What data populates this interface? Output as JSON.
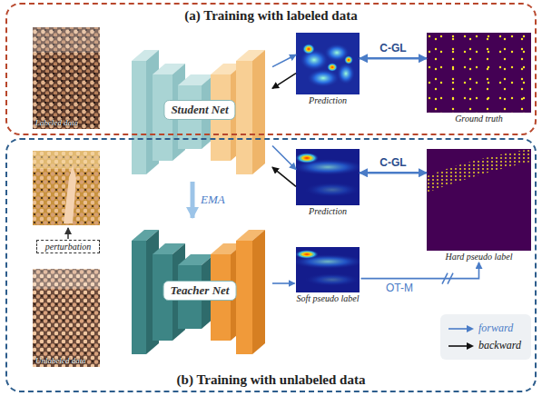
{
  "diagram": {
    "nodes": [
      {
        "text": [
          "(a) Training with labeled data"
        ]
      },
      {
        "text": [
          "Labeled data"
        ],
        "in": 0
      },
      {
        "text": [
          "Student Net"
        ]
      },
      {
        "text": [
          "Prediction"
        ],
        "in": 0
      },
      {
        "text": [
          "Ground truth"
        ],
        "in": 0
      },
      {
        "text": [
          "(b) Training with unlabeled data"
        ]
      },
      {
        "text": [
          "perturbation"
        ],
        "in": 5
      },
      {
        "text": [
          "Unlabeled data"
        ],
        "in": 5
      },
      {
        "text": [
          "Prediction"
        ],
        "in": 5
      },
      {
        "text": [
          "Hard pseudo label"
        ],
        "in": 5
      },
      {
        "text": [
          "Teacher Net"
        ],
        "in": 5
      },
      {
        "text": [
          "Soft pseudo label"
        ],
        "in": 5
      }
    ],
    "edges": [
      {
        "from": 2,
        "to": 3,
        "arrow": "to"
      },
      {
        "from": 3,
        "to": 2,
        "arrow": "to"
      },
      {
        "from": 3,
        "to": 4,
        "label": "C-GL",
        "arrow": "both"
      },
      {
        "from": 2,
        "to": 10,
        "label": "EMA",
        "arrow": "to"
      },
      {
        "from": 2,
        "to": 8,
        "arrow": "to"
      },
      {
        "from": 8,
        "to": 2,
        "arrow": "to"
      },
      {
        "from": 8,
        "to": 9,
        "label": "C-GL",
        "arrow": "both"
      },
      {
        "from": 10,
        "to": 11,
        "arrow": "to"
      },
      {
        "from": 11,
        "to": 9,
        "label": "OT-M",
        "arrow": "to"
      }
    ],
    "legend": [
      {
        "text": "forward"
      },
      {
        "text": "backward"
      }
    ]
  }
}
